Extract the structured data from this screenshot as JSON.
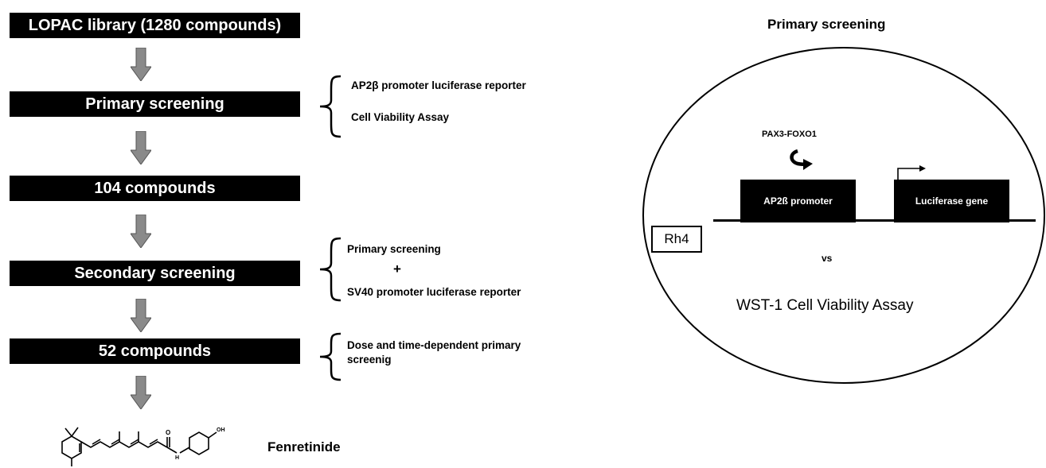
{
  "flow": {
    "steps": [
      "LOPAC library (1280 compounds)",
      "Primary screening",
      "104 compounds",
      "Secondary screening",
      "52 compounds"
    ],
    "primary_notes": [
      "AP2β promoter luciferase reporter",
      "Cell Viability Assay"
    ],
    "secondary_notes": [
      "Primary screening",
      "+",
      "SV40 promoter luciferase reporter"
    ],
    "dose_note": [
      "Dose and time-dependent primary",
      "screenig"
    ],
    "result_label": "Fenretinide",
    "structure_labels": {
      "oh": "OH",
      "o": "O",
      "h": "H"
    },
    "arrow_color": "#8a8a8a"
  },
  "panel": {
    "title": "Primary screening",
    "fusion_label": "PAX3-FOXO1",
    "promoter_label": "AP2ß promoter",
    "gene_label": "Luciferase gene",
    "cell_line": "Rh4",
    "vs_label": "vs",
    "assay_label": "WST-1 Cell Viability Assay"
  }
}
